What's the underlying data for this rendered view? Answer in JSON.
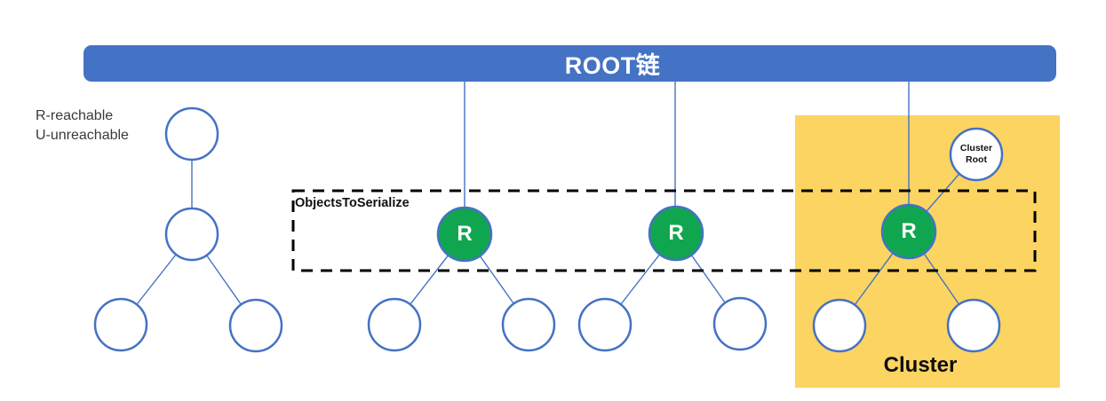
{
  "banner": {
    "title": "ROOT链"
  },
  "legend": {
    "line1": "R-reachable",
    "line2": "U-unreachable"
  },
  "serialize_box": {
    "label": "ObjectsToSerialize"
  },
  "nodes": {
    "reachable_label": "R"
  },
  "cluster": {
    "label": "Cluster",
    "root_label_line1": "Cluster",
    "root_label_line2": "Root"
  },
  "colors": {
    "banner-blue": "#4472C4",
    "stroke-blue": "#4472C4",
    "node-green": "#10A650",
    "cluster-yellow": "#FCD462",
    "dash-black": "#000000",
    "text-dark": "#3A3A3A"
  }
}
